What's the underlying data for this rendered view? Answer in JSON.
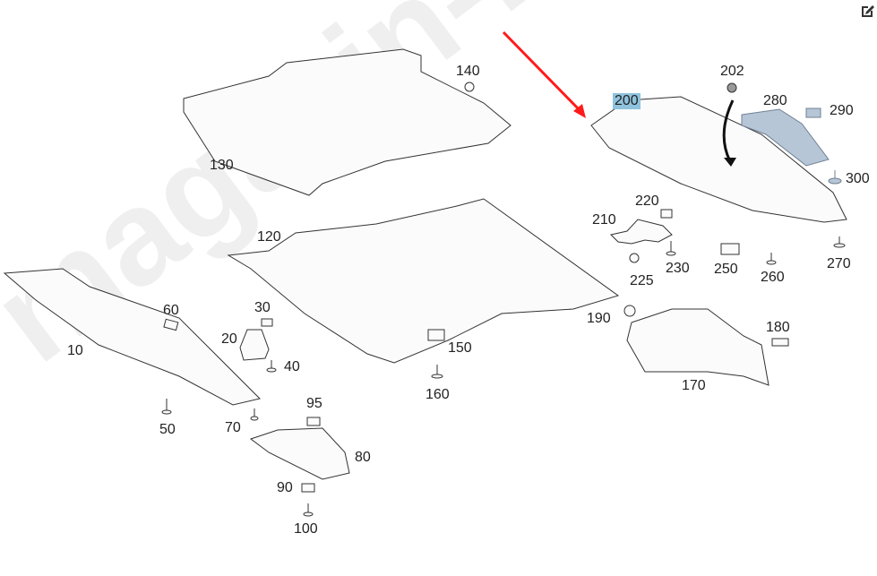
{
  "diagram": {
    "watermark": "magazin-mercedes.ru",
    "highlighted_part": "200",
    "highlight_color": "#8fc3dd",
    "arrow_color": "#ff1a1a",
    "labels": {
      "p10": "10",
      "p20": "20",
      "p30": "30",
      "p40": "40",
      "p50": "50",
      "p60": "60",
      "p70": "70",
      "p80": "80",
      "p90": "90",
      "p95": "95",
      "p100": "100",
      "p120": "120",
      "p130": "130",
      "p140": "140",
      "p150": "150",
      "p160": "160",
      "p170": "170",
      "p180": "180",
      "p190": "190",
      "p200": "200",
      "p202": "202",
      "p210": "210",
      "p220": "220",
      "p225": "225",
      "p230": "230",
      "p250": "250",
      "p260": "260",
      "p270": "270",
      "p280": "280",
      "p290": "290",
      "p300": "300"
    }
  },
  "toolbar": {
    "edit_icon": "edit-icon"
  }
}
